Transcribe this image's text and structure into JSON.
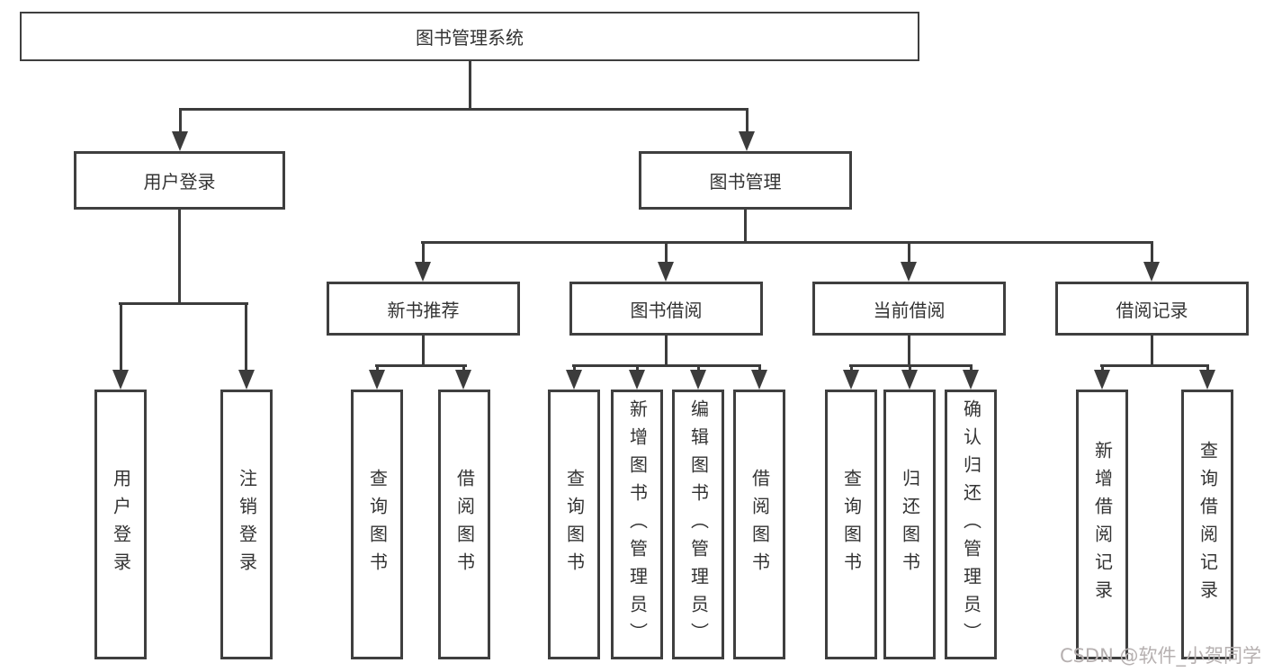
{
  "colors": {
    "line": "#3c3c3c",
    "border": "#3f3f3f",
    "text": "#333333",
    "background": "#ffffff",
    "watermark": "#b6b0b0"
  },
  "diagram": {
    "root": {
      "label": "图书管理系统"
    },
    "level2": [
      {
        "label": "用户登录",
        "children": [
          {
            "label": "用户登录"
          },
          {
            "label": "注销登录"
          }
        ]
      },
      {
        "label": "图书管理"
      }
    ],
    "level3": [
      {
        "label": "新书推荐",
        "children": [
          {
            "label": "查询图书"
          },
          {
            "label": "借阅图书"
          }
        ]
      },
      {
        "label": "图书借阅",
        "children": [
          {
            "label": "查询图书"
          },
          {
            "label": "新增图书（管理员）"
          },
          {
            "label": "编辑图书（管理员）"
          },
          {
            "label": "借阅图书"
          }
        ]
      },
      {
        "label": "当前借阅",
        "children": [
          {
            "label": "查询图书"
          },
          {
            "label": "归还图书"
          },
          {
            "label": "确认归还（管理员）"
          }
        ]
      },
      {
        "label": "借阅记录",
        "children": [
          {
            "label": "新增借阅记录"
          },
          {
            "label": "查询借阅记录"
          }
        ]
      }
    ],
    "watermark": "CSDN @软件_小贺同学"
  }
}
